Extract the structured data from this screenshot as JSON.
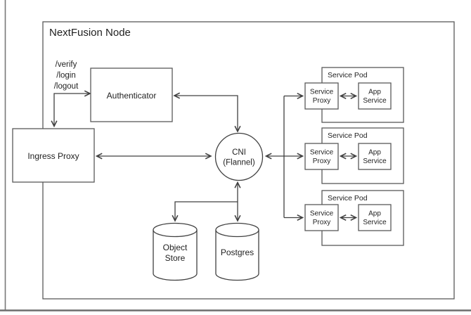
{
  "diagram": {
    "title": "NextFusion Node",
    "routes": {
      "line1": "/verify",
      "line2": "/login",
      "line3": "/logout"
    },
    "nodes": {
      "ingress_proxy": {
        "label": "Ingress Proxy"
      },
      "authenticator": {
        "label": "Authenticator"
      },
      "cni": {
        "line1": "CNI",
        "line2": "(Flannel)"
      },
      "object_store": {
        "line1": "Object",
        "line2": "Store"
      },
      "postgres": {
        "label": "Postgres"
      }
    },
    "pods": [
      {
        "title": "Service Pod",
        "proxy_line1": "Service",
        "proxy_line2": "Proxy",
        "app_line1": "App",
        "app_line2": "Service"
      },
      {
        "title": "Service Pod",
        "proxy_line1": "Service",
        "proxy_line2": "Proxy",
        "app_line1": "App",
        "app_line2": "Service"
      },
      {
        "title": "Service Pod",
        "proxy_line1": "Service",
        "proxy_line2": "Proxy",
        "app_line1": "App",
        "app_line2": "Service"
      }
    ],
    "colors": {
      "connector": "#404040",
      "box_border": "#595959",
      "node_border": "#8c8c8c",
      "frame_border": "#787878",
      "text": "#1f1f1f",
      "background": "#ffffff"
    }
  }
}
